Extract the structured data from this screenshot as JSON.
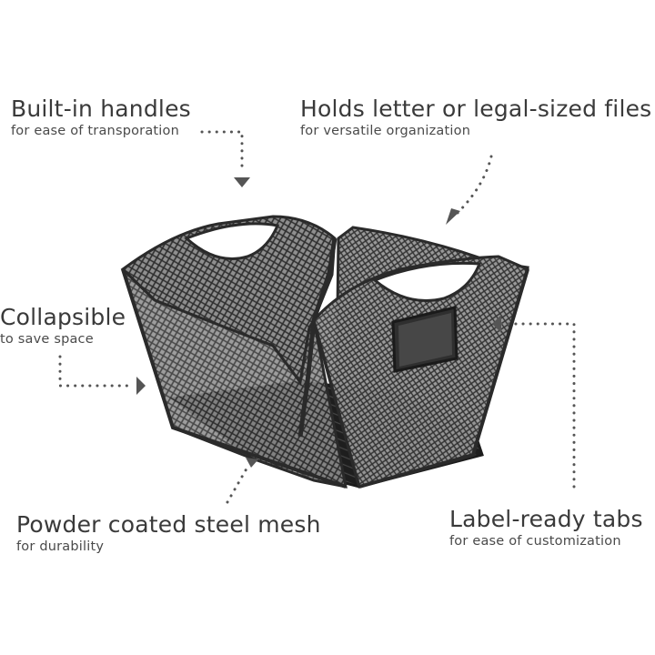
{
  "callouts": {
    "handles": {
      "title": "Built-in handles",
      "subtitle": "for ease of transporation"
    },
    "files": {
      "title": "Holds letter or legal-sized files",
      "subtitle": "for versatile organization"
    },
    "collapsible": {
      "title": "Collapsible",
      "subtitle": "to save space"
    },
    "powder": {
      "title": "Powder coated steel mesh",
      "subtitle": "for durability"
    },
    "label": {
      "title": "Label-ready tabs",
      "subtitle": "for ease of customization"
    }
  },
  "colors": {
    "text": "#3a3a3a",
    "pointer": "#555555",
    "mesh": "#2b2b2b",
    "background": "#ffffff"
  },
  "product_image": "black mesh collapsible file basket"
}
